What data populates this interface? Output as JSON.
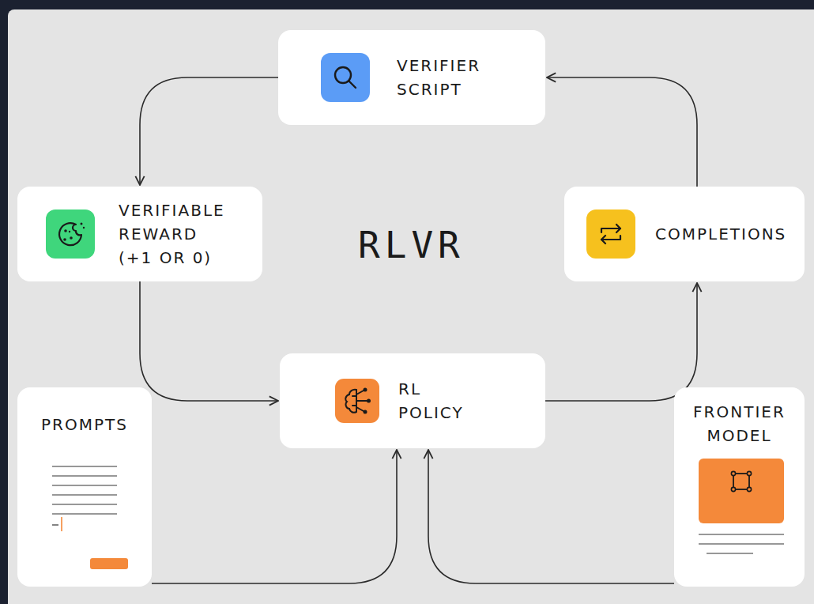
{
  "diagram": {
    "title": "RLVR",
    "nodes": [
      {
        "text": [
          "VERIFIER SCRIPT"
        ]
      },
      {
        "text": [
          "VERIFIABLE REWARD (+1 OR 0)"
        ]
      },
      {
        "text": [
          "COMPLETIONS"
        ]
      },
      {
        "text": [
          "RL POLICY"
        ]
      },
      {
        "text": [
          "PROMPTS"
        ]
      },
      {
        "text": [
          "FRONTIER MODEL"
        ]
      }
    ],
    "edges": [
      {
        "from": 0,
        "to": 1,
        "arrow": "to"
      },
      {
        "from": 1,
        "to": 3,
        "arrow": "to"
      },
      {
        "from": 3,
        "to": 2,
        "arrow": "to"
      },
      {
        "from": 2,
        "to": 0,
        "arrow": "to"
      },
      {
        "from": 4,
        "to": 3,
        "arrow": "to"
      },
      {
        "from": 5,
        "to": 3,
        "arrow": "to"
      }
    ]
  }
}
